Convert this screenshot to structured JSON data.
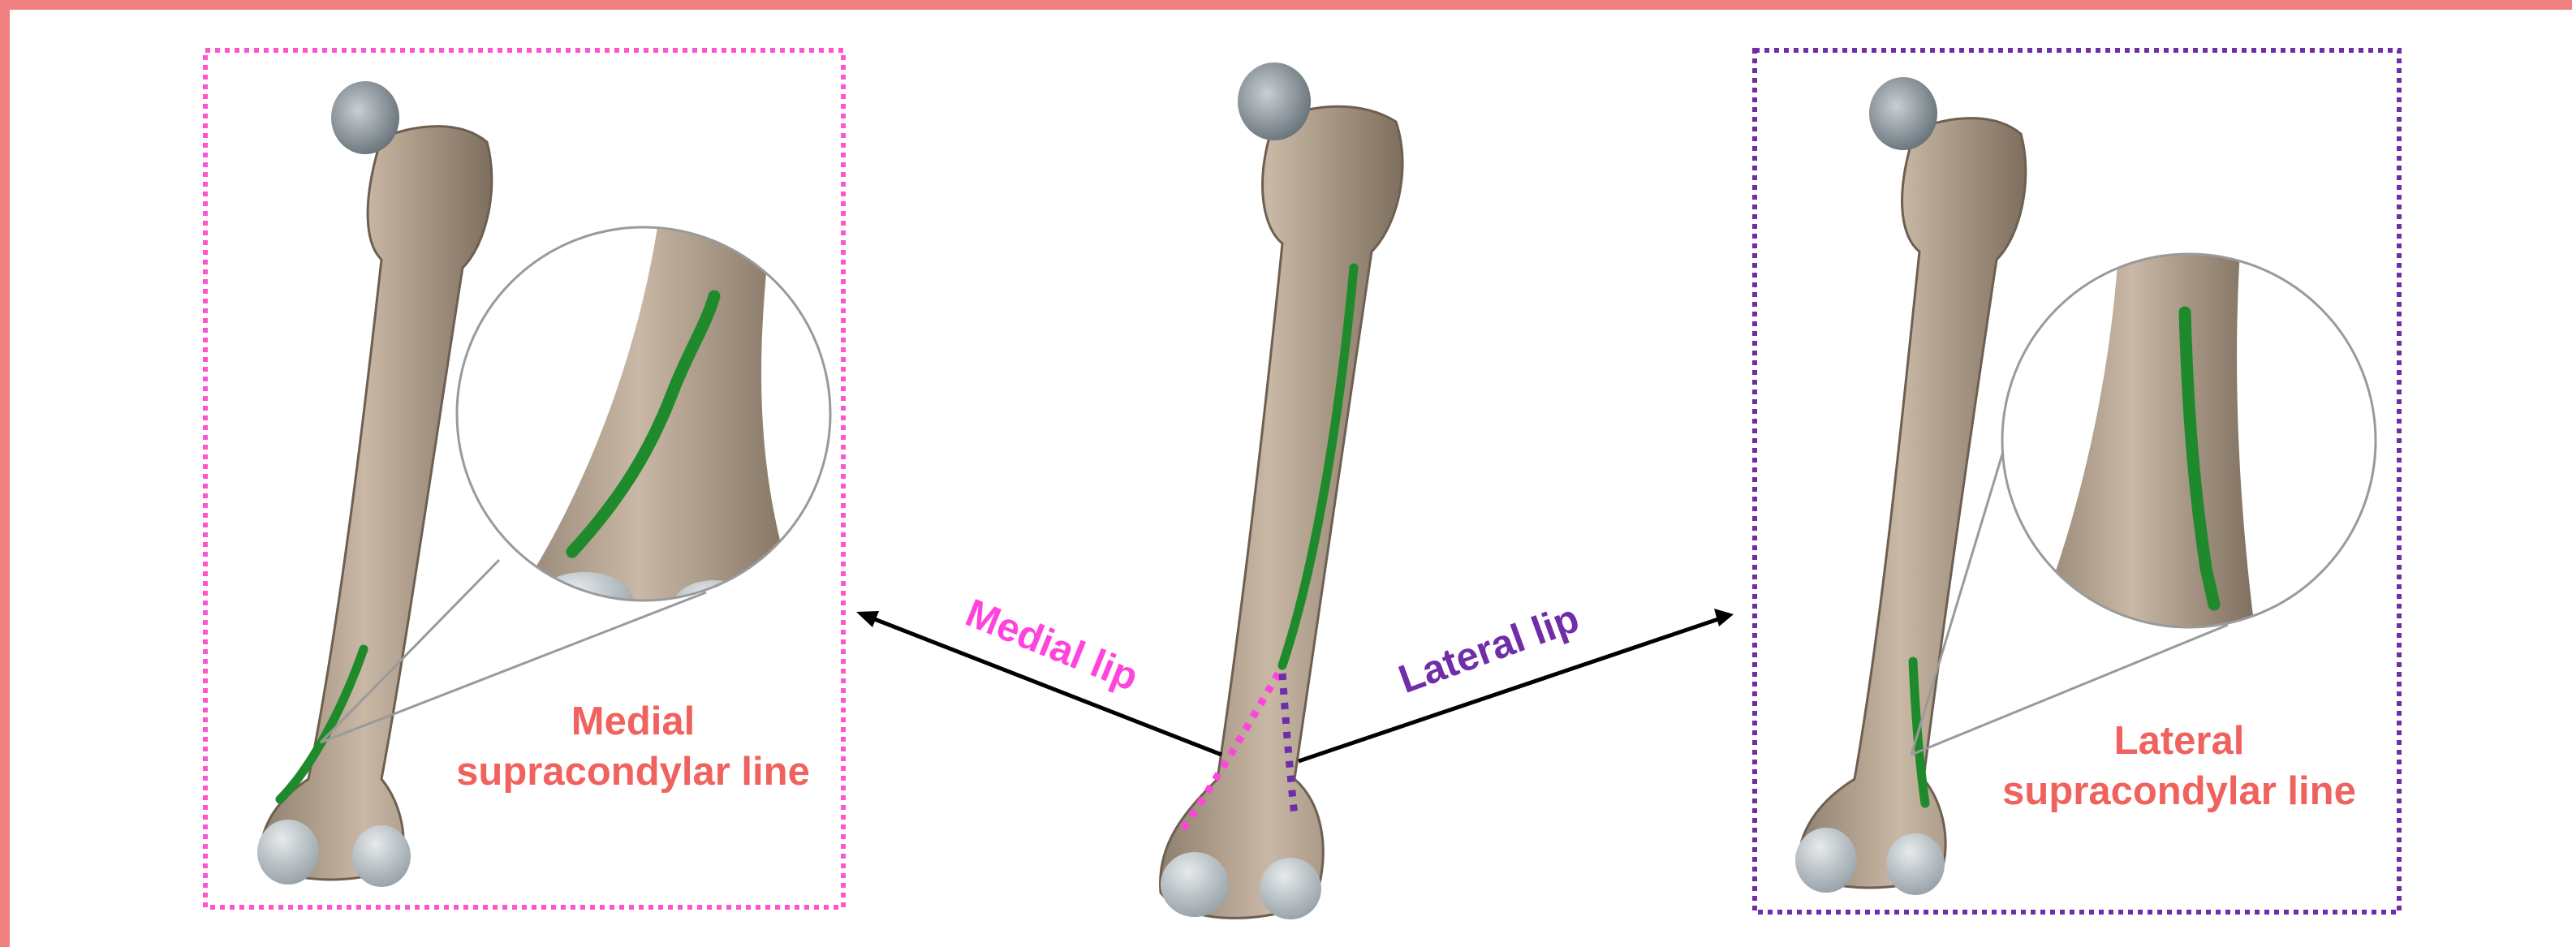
{
  "colors": {
    "border": "#f08080",
    "medial": "#ff44dd",
    "lateral": "#6f2da8",
    "label": "#f0625d",
    "line_highlight": "#1f8a2c",
    "bone": "#b9a896"
  },
  "labels": {
    "medial_lip": "Medial lip",
    "lateral_lip": "Lateral lip",
    "medial_line_1": "Medial",
    "medial_line_2": "supracondylar line",
    "lateral_line_1": "Lateral",
    "lateral_line_2": "supracondylar line"
  }
}
